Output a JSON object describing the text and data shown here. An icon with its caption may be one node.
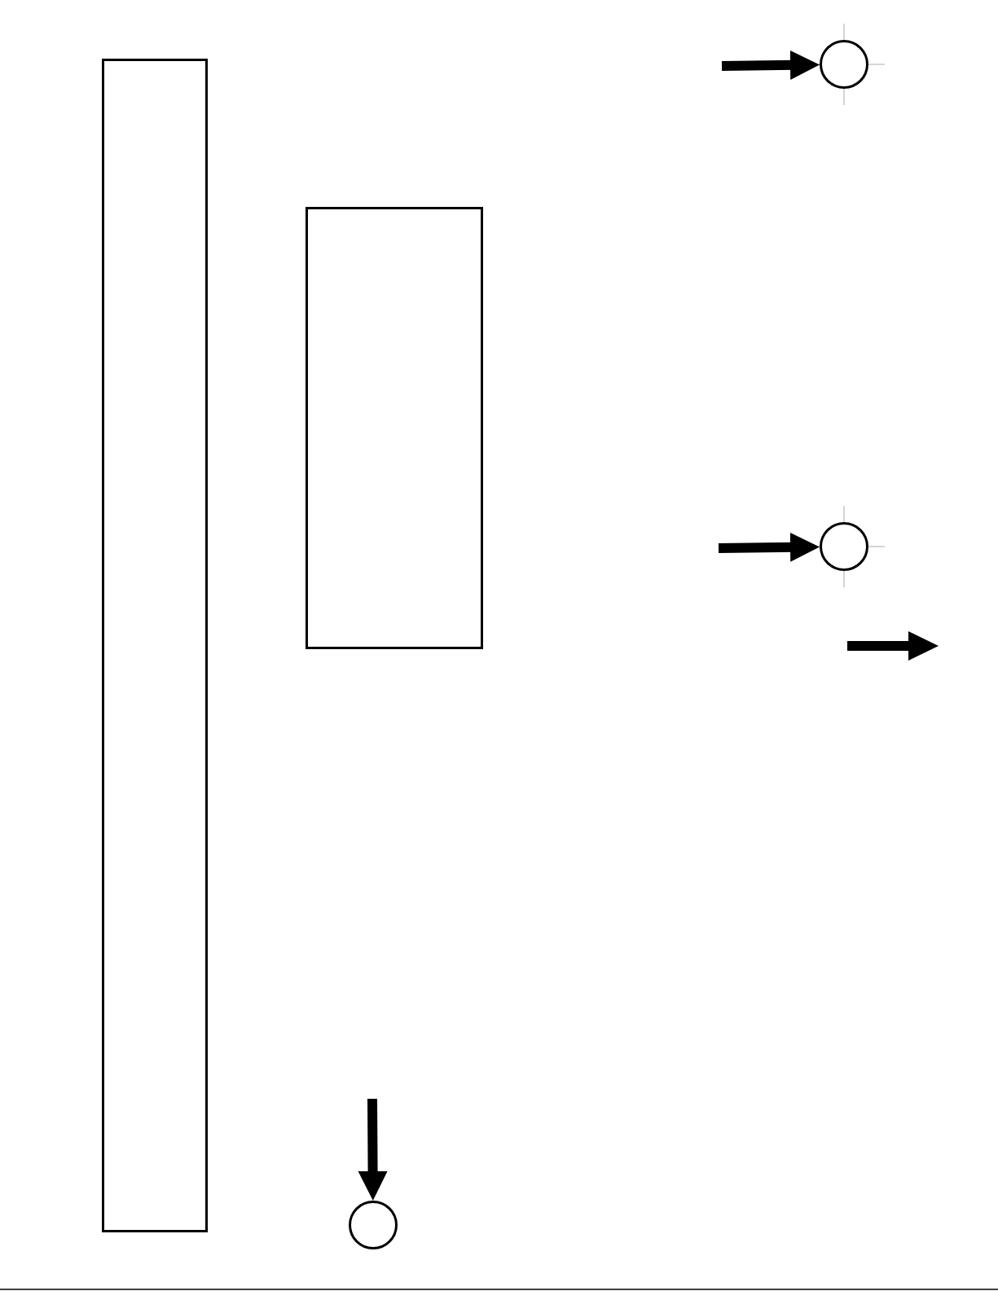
{
  "diagram": {
    "nodes": [
      {
        "text": [],
        "shape": "box"
      },
      {
        "text": [],
        "shape": "box"
      },
      {
        "text": [],
        "shape": "circle"
      },
      {
        "text": [],
        "shape": "circle"
      },
      {
        "text": [],
        "shape": "circle"
      }
    ],
    "edges": [
      {
        "from": null,
        "to": 2,
        "arrow": "to"
      },
      {
        "from": null,
        "to": 3,
        "arrow": "to"
      },
      {
        "from": null,
        "to": 4,
        "arrow": "to"
      }
    ]
  }
}
